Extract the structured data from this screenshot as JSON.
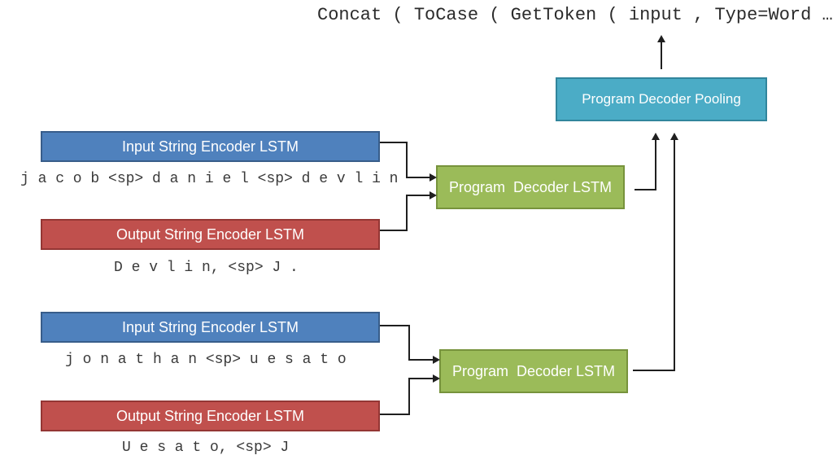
{
  "program_text": "Concat ( ToCase ( GetToken ( input , Type=Word …",
  "pooling": {
    "label": "Program Decoder Pooling"
  },
  "examples": [
    {
      "input_encoder_label": "Input String Encoder LSTM",
      "input_string": "j a c o b <sp> d a n i e l <sp> d e v l i n",
      "output_encoder_label": "Output String Encoder LSTM",
      "output_string": "D e v l i n, <sp> J .",
      "decoder_label": "Program  Decoder LSTM"
    },
    {
      "input_encoder_label": "Input String Encoder LSTM",
      "input_string": "j o n a t h a n <sp> u e s a t o",
      "output_encoder_label": "Output String Encoder LSTM",
      "output_string": "U e s a t o, <sp> J",
      "decoder_label": "Program  Decoder LSTM"
    }
  ],
  "colors": {
    "blue_fill": "#4f81bd",
    "blue_border": "#385d8a",
    "red_fill": "#c0504d",
    "red_border": "#943634",
    "green_fill": "#9bbb59",
    "green_border": "#77933c",
    "teal_fill": "#4bacc6",
    "teal_border": "#31859c",
    "arrow": "#1f1f1f",
    "mono_text": "#3a3a3a"
  }
}
